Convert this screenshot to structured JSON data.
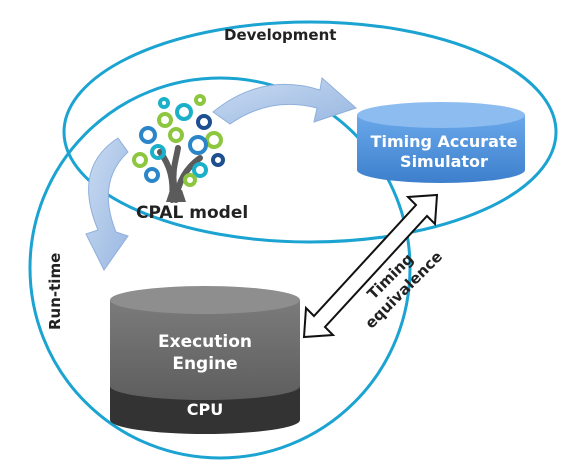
{
  "regions": {
    "development": "Development",
    "runtime": "Run-time"
  },
  "model": {
    "label": "CPAL model"
  },
  "simulator": {
    "line1": "Timing Accurate",
    "line2": "Simulator"
  },
  "engine": {
    "line1": "Execution",
    "line2": "Engine",
    "cpu": "CPU"
  },
  "equivalence": {
    "line1": "Timing",
    "line2": "equivalence"
  },
  "colors": {
    "ellipse_stroke": "#1ba3d1",
    "arrow_fill": "#a9c4e6",
    "simulator_fill": "#4a8fdc",
    "engine_fill": "#6e6e6e",
    "cpu_fill": "#333333",
    "tree_trunk": "#5b5b5b",
    "gear_blue": "#2a86c9",
    "gear_green": "#8dc63f",
    "gear_teal": "#1bb0c9",
    "gear_navy": "#1d4f91"
  }
}
